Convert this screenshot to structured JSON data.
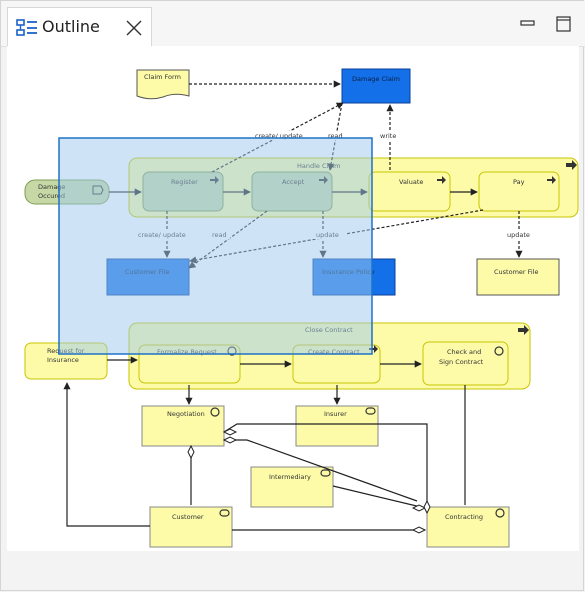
{
  "tab": {
    "title": "Outline",
    "icon": "outline-view-icon",
    "close_icon": "close-icon"
  },
  "window_controls": {
    "minimize_icon": "minimize-icon",
    "maximize_icon": "maximize-icon"
  },
  "colors": {
    "business_yellow": "#fdfba8",
    "data_blue": "#1470e8",
    "viewport_blue": "#9ec9ee",
    "process_green": "#c6d8a5",
    "connector": "#222222"
  },
  "diagram": {
    "claim_form": "Claim Form",
    "damage_claim": "Damage Claim",
    "damage_occured": [
      "Damage",
      "Occured"
    ],
    "handle_claim": "Handle Claim",
    "register": "Register",
    "accept": "Accept",
    "valuate": "Valuate",
    "pay": "Pay",
    "customer_file_blue": "Customer File",
    "insurance_policy": "Insurance Policy",
    "customer_file_yellow": "Customer File",
    "request_for_insurance": [
      "Request for",
      "Insurance"
    ],
    "close_contract": "Close Contract",
    "formalize_request": "Formalize Request",
    "create_contract": "Create Contract",
    "check_and_sign": [
      "Check and",
      "Sign Contract"
    ],
    "negotiation": "Negotiation",
    "insurer": "Insurer",
    "intermediary": "Intermediary",
    "customer": "Customer",
    "contracting": "Contracting",
    "label_create_update_1": "create/ update",
    "label_read_1": "read",
    "label_write": "write",
    "label_create_update_2": "create/ update",
    "label_read_2": "read",
    "label_update_1": "update",
    "label_update_2": "update"
  }
}
